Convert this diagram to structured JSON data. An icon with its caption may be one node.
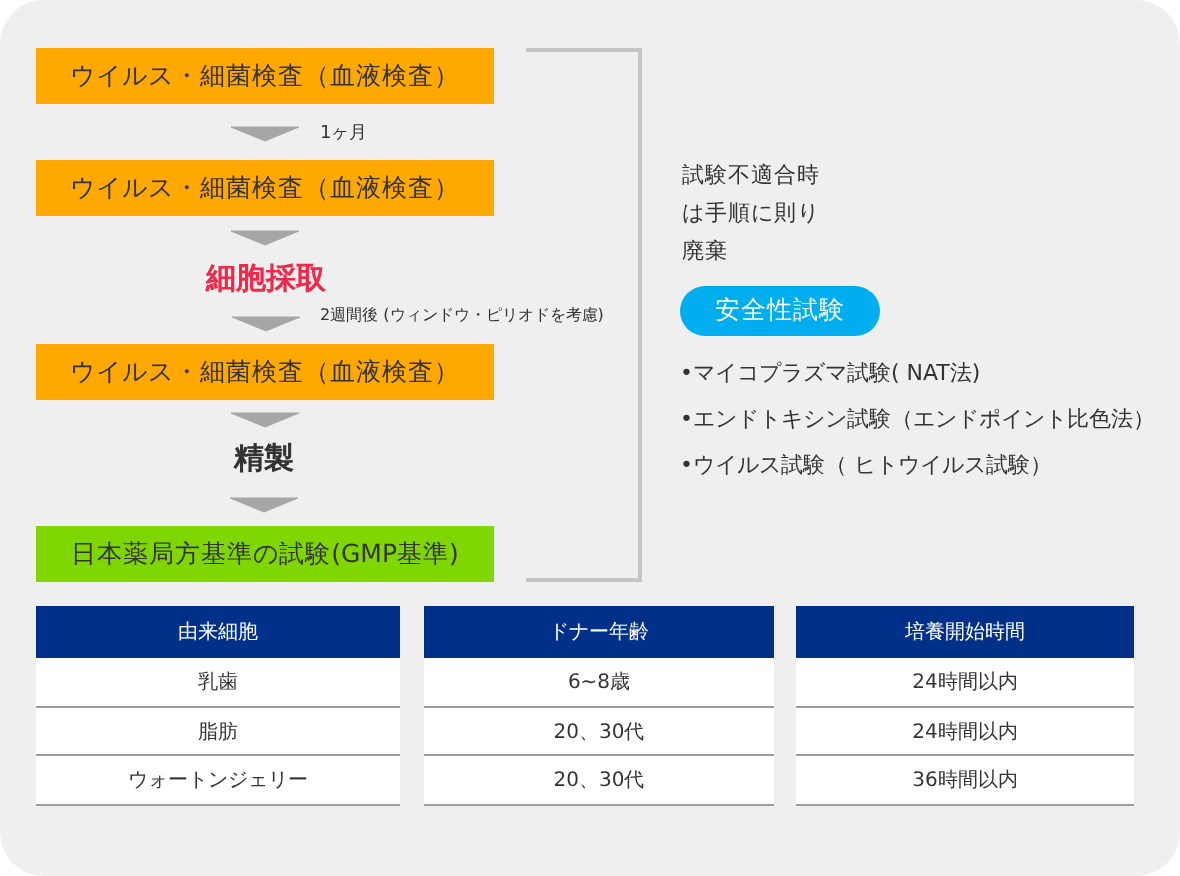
{
  "diagram": {
    "nodes": [
      {
        "text": [
          "ウイルス・細菌検査（血液検査）"
        ]
      },
      {
        "text": [
          "ウイルス・細菌検査（血液検査）"
        ]
      },
      {
        "text": [
          "細胞採取"
        ]
      },
      {
        "text": [
          "ウイルス・細菌検査（血液検査）"
        ]
      },
      {
        "text": [
          "精製"
        ]
      },
      {
        "text": [
          "日本薬局方基準の試験(GMP基準)"
        ]
      },
      {
        "text": [
          "安全性試験"
        ]
      }
    ],
    "edges": [
      {
        "from": 0,
        "to": 1,
        "arrow": "to",
        "label": "1ヶ月"
      },
      {
        "from": 1,
        "to": 2,
        "arrow": "to"
      },
      {
        "from": 2,
        "to": 3,
        "arrow": "to",
        "label": "2週間後 (ウィンドウ・ピリオドを考慮)"
      },
      {
        "from": 3,
        "to": 4,
        "arrow": "to"
      },
      {
        "from": 4,
        "to": 5,
        "arrow": "to"
      }
    ],
    "labels": [
      "試験不適合時は手順に則り廃棄",
      "•マイコプラズマ試験( NAT法)",
      "•エンドトキシン試験（エンドポイント比色法）",
      "•ウイルス試験（ ヒトウイルス試験）",
      "由来細胞",
      "乳歯",
      "脂肪",
      "ウォートンジェリー",
      "ドナー年齢",
      "6~8歳",
      "20、30代",
      "20、30代",
      "培養開始時間",
      "24時間以内",
      "24時間以内",
      "36時間以内"
    ]
  }
}
